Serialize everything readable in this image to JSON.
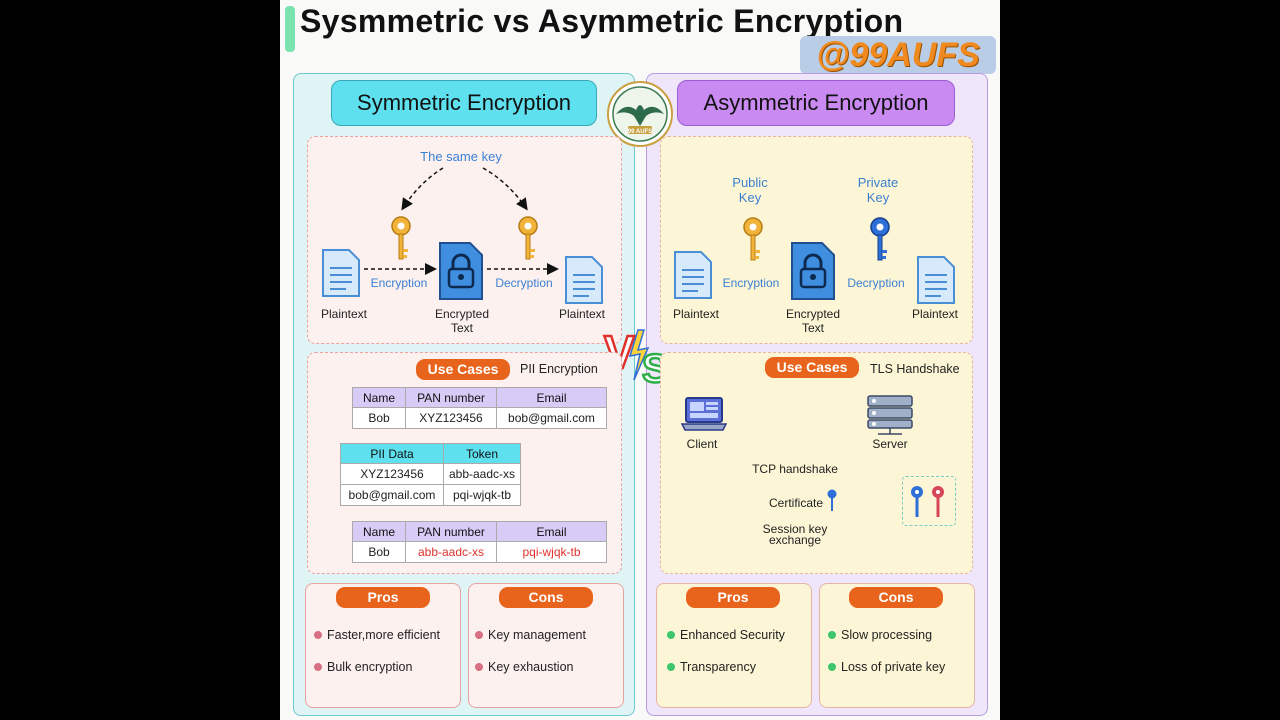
{
  "title": "Sysmmetric vs Asymmetric Encryption",
  "handle": "@99AUFS",
  "logo_text": "99 AUFS",
  "vs": {
    "v": "V",
    "s": "S"
  },
  "symmetric": {
    "heading": "Symmetric Encryption",
    "same_key": "The same key",
    "encryption": "Encryption",
    "decryption": "Decryption",
    "plaintext_left": "Plaintext",
    "encrypted_text": "Encrypted\nText",
    "plaintext_right": "Plaintext",
    "use_cases": "Use Cases",
    "use_case_title": "PII Encryption",
    "table1": {
      "headers": [
        "Name",
        "PAN number",
        "Email"
      ],
      "row": [
        "Bob",
        "XYZ123456",
        "bob@gmail.com"
      ]
    },
    "table2": {
      "headers": [
        "PII Data",
        "Token"
      ],
      "rows": [
        [
          "XYZ123456",
          "abb-aadc-xs"
        ],
        [
          "bob@gmail.com",
          "pqi-wjqk-tb"
        ]
      ]
    },
    "table3": {
      "headers": [
        "Name",
        "PAN number",
        "Email"
      ],
      "row": [
        "Bob",
        "abb-aadc-xs",
        "pqi-wjqk-tb"
      ]
    },
    "pros_label": "Pros",
    "pros": [
      "Faster,more efficient",
      "Bulk encryption"
    ],
    "cons_label": "Cons",
    "cons": [
      "Key management",
      "Key exhaustion"
    ]
  },
  "asymmetric": {
    "heading": "Asymmetric Encryption",
    "public_key": "Public\nKey",
    "private_key": "Private\nKey",
    "encryption": "Encryption",
    "decryption": "Decryption",
    "plaintext_left": "Plaintext",
    "encrypted_text": "Encrypted\nText",
    "plaintext_right": "Plaintext",
    "use_cases": "Use Cases",
    "use_case_title": "TLS Handshake",
    "client": "Client",
    "server": "Server",
    "tcp": "TCP handshake",
    "certificate": "Certificate",
    "session": "Session key\nexchange",
    "pros_label": "Pros",
    "pros": [
      "Enhanced Security",
      "Transparency"
    ],
    "cons_label": "Cons",
    "cons": [
      "Slow processing",
      "Loss of private key"
    ]
  },
  "colors": {
    "sym_panel": "#dff5f5",
    "asym_panel": "#efe6fb",
    "sym_heading": "#5fe0ef",
    "asym_heading": "#c98af2",
    "badge": "#e8641c",
    "key_gold": "#f2b33a",
    "key_blue": "#2f6fd8"
  }
}
